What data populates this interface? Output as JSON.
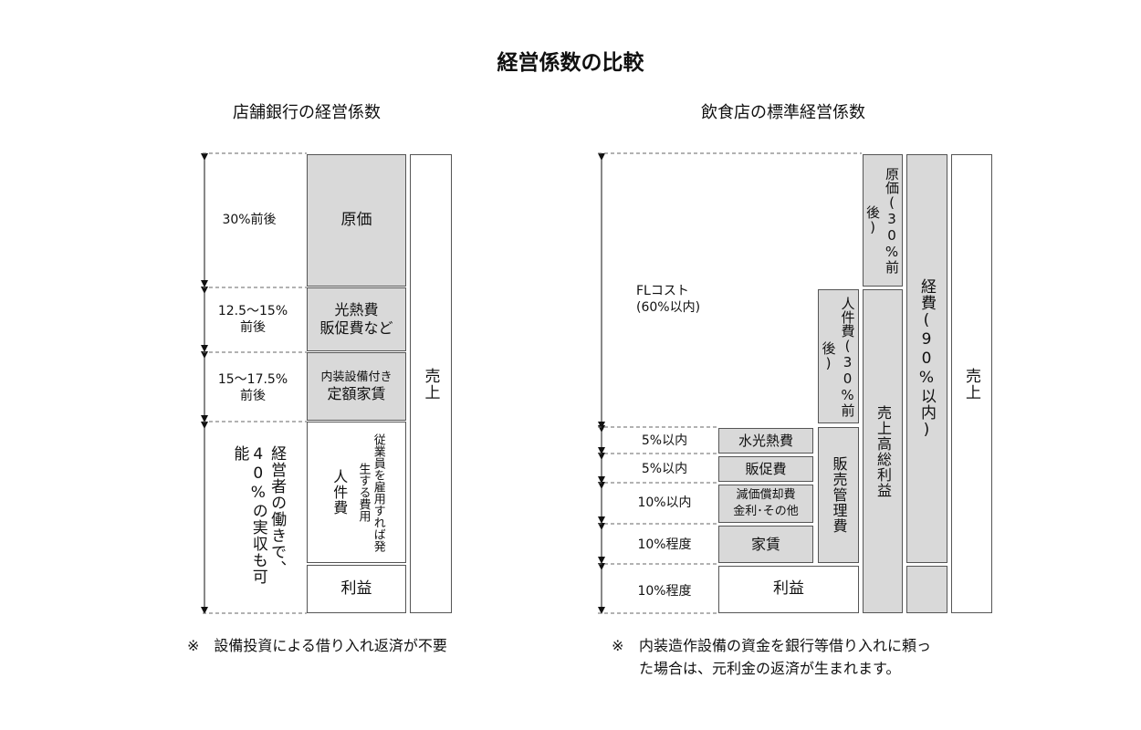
{
  "title": "経営係数の比較",
  "left": {
    "heading": "店舗銀行の経営係数",
    "segments": [
      {
        "percent": "30%前後",
        "box": "原価"
      },
      {
        "percent_line1": "12.5〜15%",
        "percent_line2": "前後",
        "box_line1": "光熱費",
        "box_line2": "販促費など"
      },
      {
        "percent_line1": "15〜17.5%",
        "percent_line2": "前後",
        "box_line1": "内装設備付き",
        "box_line2": "定額家賃"
      },
      {
        "note": "経営者の働きで、40%の実収も可能",
        "labor_main": "人件費",
        "labor_note": "従業員を雇用すれば発生する費用",
        "profit": "利益"
      }
    ],
    "sales": "売上",
    "footnote": "※　設備投資による借り入れ返済が不要"
  },
  "right": {
    "heading": "飲食店の標準経営係数",
    "fl_cost_line1": "FLコスト",
    "fl_cost_line2": "(60%以内)",
    "cost_of_goods": "原価(30%前後)",
    "labor": "人件費(30%前後)",
    "gross_profit": "売上高総利益",
    "expenses": "経費(90%以内)",
    "sga": "販売管理費",
    "sales": "売上",
    "rows": [
      {
        "percent": "5%以内",
        "item": "水光熱費"
      },
      {
        "percent": "5%以内",
        "item": "販促費"
      },
      {
        "percent": "10%以内",
        "item_line1": "減価償却費",
        "item_line2": "金利･その他"
      },
      {
        "percent": "10%程度",
        "item": "家賃"
      },
      {
        "percent": "10%程度",
        "item": "利益"
      }
    ],
    "footnote_mark": "※",
    "footnote_line1": "内装造作設備の資金を銀行等借り入れに頼っ",
    "footnote_line2": "た場合は、元利金の返済が生まれます。"
  }
}
